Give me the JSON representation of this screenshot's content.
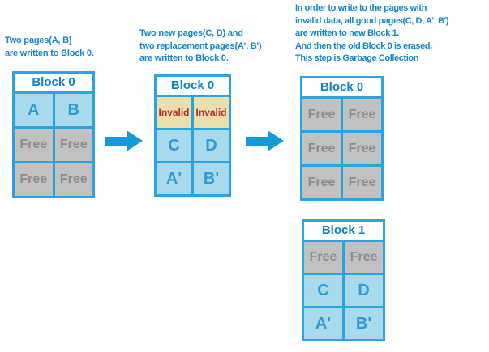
{
  "colors": {
    "accent_blue": "#129bd8",
    "border_blue": "#2aa3de",
    "text_blue": "#1287c9",
    "header_blue": "#1181c1",
    "cell_blue": "#a9d9ed",
    "letter_blue": "#2b9cd8",
    "free_bg": "#c1c1c1",
    "free_text": "#8d8d8d",
    "invalid_bg": "#ecdfae",
    "invalid_text": "#c02b2b"
  },
  "annotations": {
    "step1": {
      "lines": [
        "Two pages(A, B)",
        "are written to Block 0."
      ]
    },
    "step2": {
      "lines": [
        "Two new pages(C, D) and",
        "two replacement pages(A', B')",
        "are written to Block 0."
      ]
    },
    "step3": {
      "lines": [
        "In order to write to the pages with",
        "invalid data, all good pages(C, D, A', B')",
        "are written to new Block 1.",
        "And then the old Block 0 is erased.",
        "This step is Garbage Collection"
      ]
    }
  },
  "blocks": {
    "step1_block0": {
      "title": "Block 0",
      "rows": [
        {
          "cells": [
            {
              "text": "A",
              "kind": "data"
            },
            {
              "text": "B",
              "kind": "data"
            }
          ]
        },
        {
          "cells": [
            {
              "text": "Free",
              "kind": "free"
            },
            {
              "text": "Free",
              "kind": "free"
            }
          ]
        },
        {
          "cells": [
            {
              "text": "Free",
              "kind": "free"
            },
            {
              "text": "Free",
              "kind": "free"
            }
          ]
        }
      ]
    },
    "step2_block0": {
      "title": "Block 0",
      "rows": [
        {
          "cells": [
            {
              "text": "Invalid",
              "kind": "invalid"
            },
            {
              "text": "Invalid",
              "kind": "invalid"
            }
          ]
        },
        {
          "cells": [
            {
              "text": "C",
              "kind": "data"
            },
            {
              "text": "D",
              "kind": "data"
            }
          ]
        },
        {
          "cells": [
            {
              "text": "A'",
              "kind": "data"
            },
            {
              "text": "B'",
              "kind": "data"
            }
          ]
        }
      ]
    },
    "step3_block0": {
      "title": "Block 0",
      "rows": [
        {
          "cells": [
            {
              "text": "Free",
              "kind": "free"
            },
            {
              "text": "Free",
              "kind": "free"
            }
          ]
        },
        {
          "cells": [
            {
              "text": "Free",
              "kind": "free"
            },
            {
              "text": "Free",
              "kind": "free"
            }
          ]
        },
        {
          "cells": [
            {
              "text": "Free",
              "kind": "free"
            },
            {
              "text": "Free",
              "kind": "free"
            }
          ]
        }
      ]
    },
    "step3_block1": {
      "title": "Block 1",
      "rows": [
        {
          "cells": [
            {
              "text": "Free",
              "kind": "free"
            },
            {
              "text": "Free",
              "kind": "free"
            }
          ]
        },
        {
          "cells": [
            {
              "text": "C",
              "kind": "data"
            },
            {
              "text": "D",
              "kind": "data"
            }
          ]
        },
        {
          "cells": [
            {
              "text": "A'",
              "kind": "data"
            },
            {
              "text": "B'",
              "kind": "data"
            }
          ]
        }
      ]
    }
  },
  "icons": {
    "arrow1": "right-arrow",
    "arrow2": "right-arrow"
  }
}
